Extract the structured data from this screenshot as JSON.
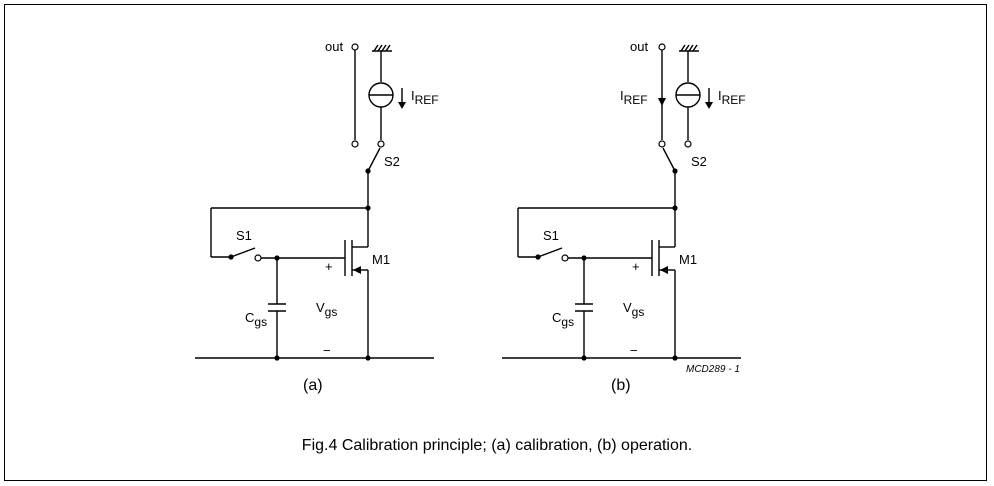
{
  "caption": "Fig.4  Calibration principle; (a) calibration, (b) operation.",
  "drawing_code": "MCD289 - 1",
  "labels": {
    "out": "out",
    "i": "I",
    "ref": "REF",
    "s1": "S1",
    "s2": "S2",
    "m1": "M1",
    "c": "C",
    "gs": "gs",
    "v": "V",
    "plus": "+",
    "minus": "−"
  },
  "panels": [
    {
      "id": "a",
      "label": "(a)"
    },
    {
      "id": "b",
      "label": "(b)"
    }
  ]
}
